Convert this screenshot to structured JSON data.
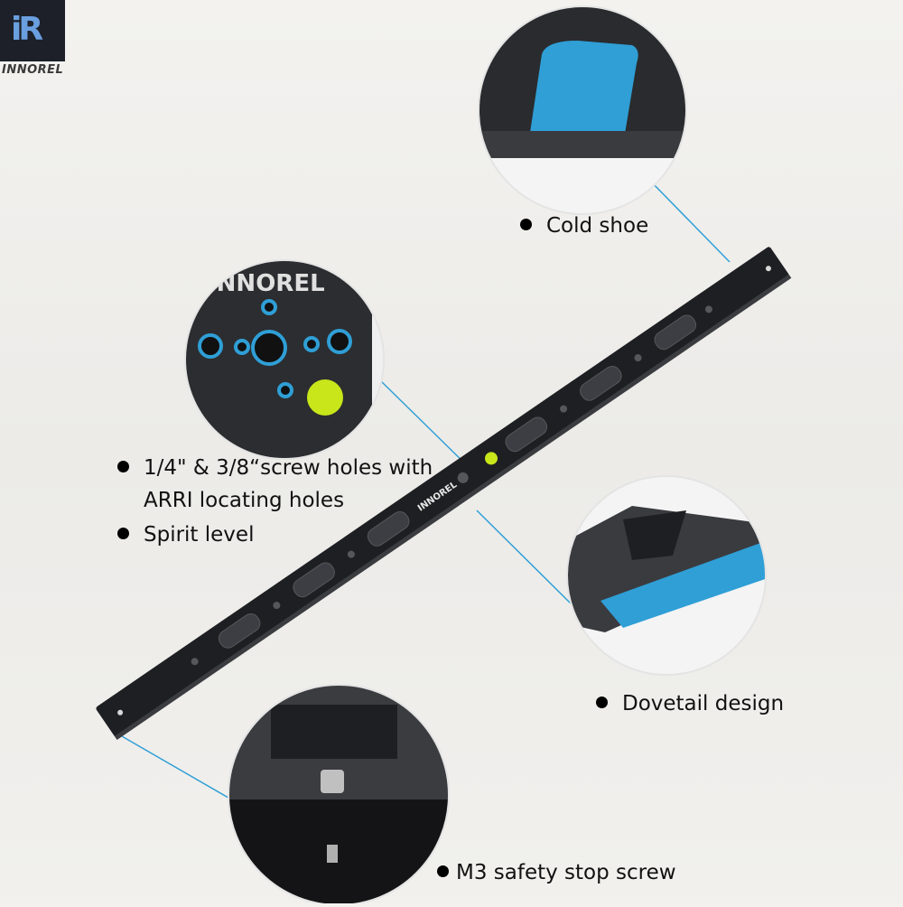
{
  "brand": {
    "logo_text": "INNOREL",
    "logo_mark": "iR",
    "bar_engraving": "INNOREL"
  },
  "colors": {
    "accent_blue": "#2f9fd6",
    "plate_black": "#1e1f22",
    "spirit_level": "#c8e61a",
    "background": "#efeeeb"
  },
  "features": [
    {
      "label": "Cold shoe"
    },
    {
      "label": "1/4\" & 3/8“screw holes with",
      "label_line2": "ARRI locating holes"
    },
    {
      "label": "Spirit level"
    },
    {
      "label": "Dovetail design"
    },
    {
      "label": "M3 safety stop screw"
    }
  ]
}
